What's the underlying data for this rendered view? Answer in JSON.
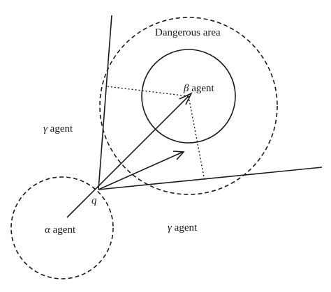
{
  "labels": {
    "dangerous_area": "Dangerous area",
    "beta_symbol": "β",
    "beta_word": " agent",
    "gamma_symbol_left": "γ",
    "gamma_word_left": " agent",
    "gamma_symbol_right": "γ",
    "gamma_word_right": " agent",
    "alpha_symbol": "α",
    "alpha_word": " agent",
    "point_q": "q"
  },
  "colors": {
    "stroke": "#1a1a1a",
    "background": "#ffffff"
  }
}
